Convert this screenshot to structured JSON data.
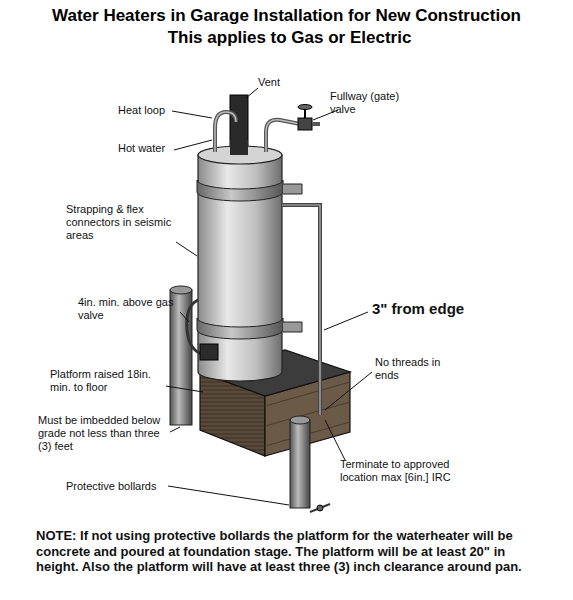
{
  "diagram": {
    "title": "Water Heaters in Garage Installation for New Construction",
    "labels": [
      "This applies to Gas or Electric",
      "Vent",
      "Heat loop",
      "Fullway (gate) valve",
      "Hot water",
      "Strapping & flex connectors in seismic areas",
      "4in. min. above gas valve",
      "3\" from edge",
      "No threads in ends",
      "Platform raised 18in. min. to floor",
      "Must be imbedded below grade not less than three (3) feet",
      "Terminate to approved location max [6in.] IRC",
      "Protective bollards",
      "NOTE:  If not using protective bollards the platform for the waterheater will be concrete and poured at foundation stage.  The platform will be at least 20\" in height.  Also the platform will have at least three (3) inch clearance around pan."
    ]
  }
}
